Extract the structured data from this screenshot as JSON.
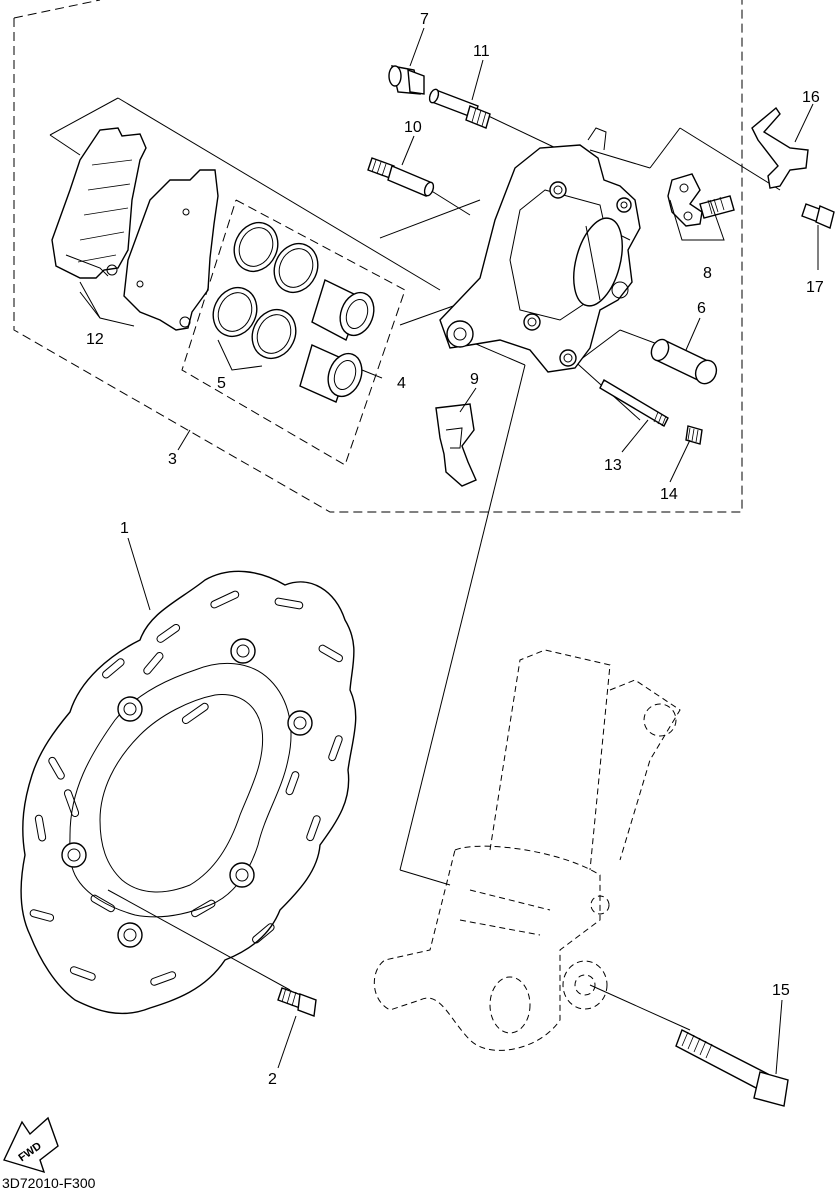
{
  "diagram": {
    "callouts": [
      "1",
      "2",
      "3",
      "4",
      "5",
      "6",
      "7",
      "8",
      "9",
      "10",
      "11",
      "12",
      "13",
      "14",
      "15",
      "16",
      "17"
    ],
    "fwd_label": "FWD",
    "drawing_code": "3D72010-F300"
  }
}
